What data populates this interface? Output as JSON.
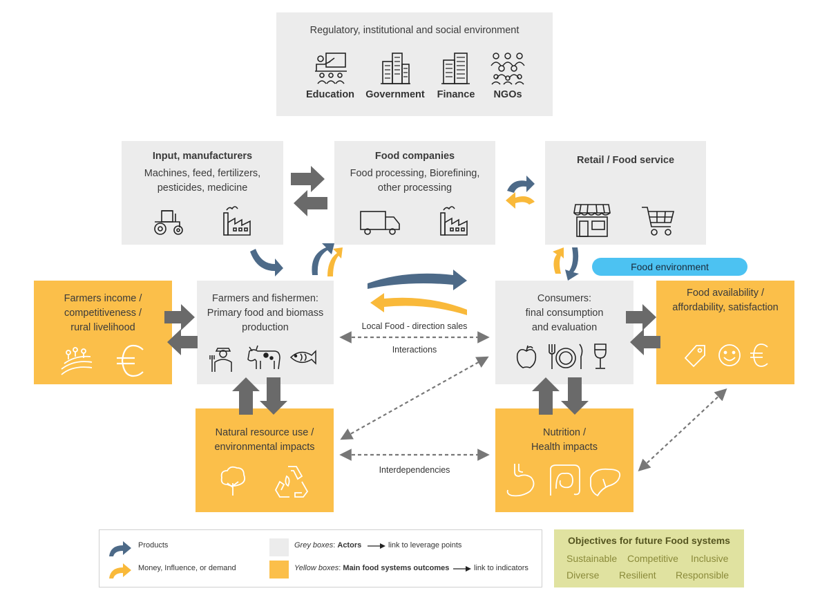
{
  "regulatory": {
    "title": "Regulatory, institutional and social environment",
    "items": [
      "Education",
      "Government",
      "Finance",
      "NGOs"
    ]
  },
  "input": {
    "title": "Input, manufacturers",
    "subtitle_1": "Machines, feed, fertilizers,",
    "subtitle_2": "pesticides, medicine"
  },
  "food_companies": {
    "title": "Food companies",
    "subtitle_1": "Food processing, Biorefining,",
    "subtitle_2": "other processing"
  },
  "retail": {
    "title": "Retail / Food service"
  },
  "food_environment": "Food environment",
  "farmers_income": {
    "line_1": "Farmers income /",
    "line_2": "competitiveness /",
    "line_3": "rural livelihood"
  },
  "farmers": {
    "line_1": "Farmers and fishermen:",
    "line_2": "Primary food and biomass",
    "line_3": "production"
  },
  "consumers": {
    "line_1": "Consumers:",
    "line_2": "final consumption",
    "line_3": "and evaluation"
  },
  "food_availability": {
    "line_1": "Food availability /",
    "line_2": "affordability, satisfaction"
  },
  "natural_resource": {
    "line_1": "Natural resource use /",
    "line_2": "environmental impacts"
  },
  "nutrition": {
    "line_1": "Nutrition /",
    "line_2": "Health impacts"
  },
  "labels": {
    "local_food": "Local Food - direction sales",
    "interactions": "Interactions",
    "interdependencies": "Interdependencies"
  },
  "legend": {
    "products": "Products",
    "money": "Money, Influence, or demand",
    "grey_prefix": "Grey boxes",
    "grey_bold": "Actors",
    "grey_link": "link to leverage points",
    "yellow_prefix": "Yellow boxes",
    "yellow_bold": "Main food systems outcomes",
    "yellow_link": "link to indicators"
  },
  "objectives": {
    "title": "Objectives for future Food systems",
    "row_1": [
      "Sustainable",
      "Competitive",
      "Inclusive"
    ],
    "row_2": [
      "Diverse",
      "Resilient",
      "Responsible"
    ]
  },
  "colors": {
    "grey_box": "#ececec",
    "yellow_box": "#fbbf4a",
    "product_arrow": "#4d6a88",
    "money_arrow": "#f9b93a",
    "big_arrow": "#6a6a6a",
    "food_env": "#4cc2f2",
    "objectives_bg": "#e0e2a0"
  },
  "icons": [
    "teacher-icon",
    "government-building-icon",
    "finance-building-icon",
    "people-group-icon",
    "tractor-icon",
    "factory-icon",
    "truck-icon",
    "store-icon",
    "shopping-cart-icon",
    "farmer-icon",
    "cow-icon",
    "fish-icon",
    "field-icon",
    "euro-icon",
    "apple-icon",
    "plate-cutlery-icon",
    "wine-glass-icon",
    "price-tag-icon",
    "smiley-icon",
    "tree-icon",
    "recycle-icon",
    "stomach-icon",
    "intestine-icon",
    "liver-icon"
  ]
}
